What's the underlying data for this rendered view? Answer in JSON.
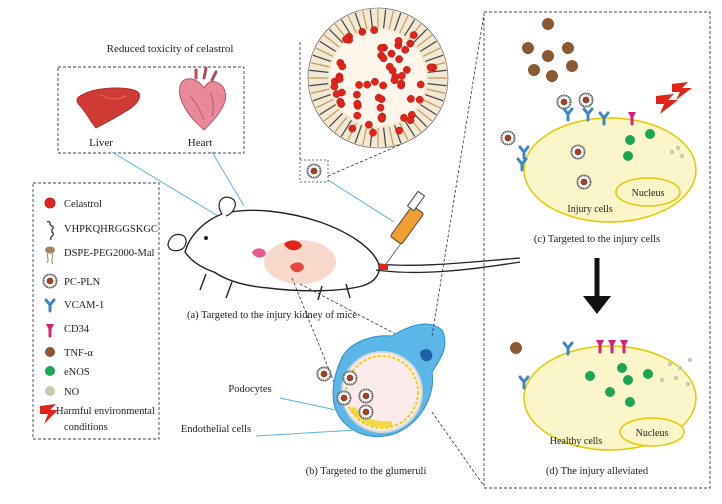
{
  "toxicity_panel": {
    "title": "Reduced toxicity of celastrol",
    "organs": [
      "Liver",
      "Heart"
    ]
  },
  "legend": {
    "items": [
      {
        "icon": "celastrol-dot",
        "label": "Celastrol"
      },
      {
        "icon": "peptide-squiggle",
        "label": "VHPKQHRGGSKGC"
      },
      {
        "icon": "lipid-tail",
        "label": "DSPE-PEG2000-Mal"
      },
      {
        "icon": "nanoparticle",
        "label": "PC-PLN"
      },
      {
        "icon": "vcam-receptor",
        "label": "VCAM-1"
      },
      {
        "icon": "cd34-receptor",
        "label": "CD34"
      },
      {
        "icon": "tnf-dot",
        "label": "TNF-α"
      },
      {
        "icon": "enos-dot",
        "label": "eNOS"
      },
      {
        "icon": "no-dot",
        "label": "NO"
      },
      {
        "icon": "lightning",
        "label": "Harmful environmental",
        "label2": "conditions"
      }
    ]
  },
  "captions": {
    "a": "(a) Targeted to the injury kidney of mice",
    "b": "(b) Targeted to the glumeruli",
    "c": "(c) Targeted to the injury cells",
    "d": "(d) The injury alleviated"
  },
  "glomerulus_labels": {
    "podocytes": "Podocytes",
    "endothelial": "Endothelial cells"
  },
  "cell_labels": {
    "injury": "Injury cells",
    "healthy": "Healthy cells",
    "nucleus": "Nucleus"
  },
  "colors": {
    "cell_fill": "#fbf6c9",
    "cell_stroke": "#e3c800",
    "tnf": "#8b5a33",
    "enos": "#1aa653",
    "no": "#cfc6ae",
    "vcam": "#3a86c8",
    "cd34": "#d4227a",
    "celastrol": "#e2231a",
    "leader_line": "#5ab4dc"
  }
}
